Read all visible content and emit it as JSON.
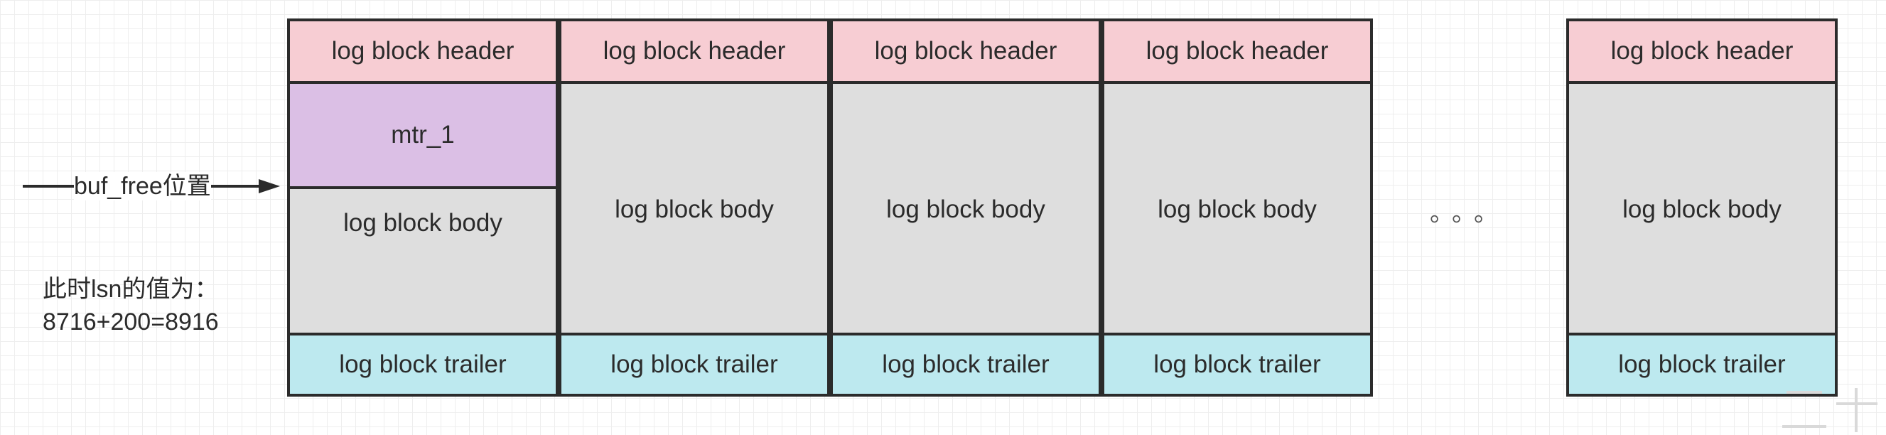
{
  "blocks": [
    {
      "header": "log block header",
      "mtr": "mtr_1",
      "body": "log block body",
      "trailer": "log block trailer"
    },
    {
      "header": "log block header",
      "body": "log block body",
      "trailer": "log block trailer"
    },
    {
      "header": "log block header",
      "body": "log block body",
      "trailer": "log block trailer"
    },
    {
      "header": "log block header",
      "body": "log block body",
      "trailer": "log block trailer"
    },
    {
      "header": "log block header",
      "body": "log block body",
      "trailer": "log block trailer"
    }
  ],
  "ellipsis": "。。。",
  "pointer": {
    "label": "buf_free位置"
  },
  "lsn_note": {
    "line1": "此时lsn的值为：",
    "line2": "8716+200=8916"
  },
  "colors": {
    "header": "#f7cdd3",
    "body": "#dedede",
    "trailer": "#bde9ef",
    "mtr": "#dbbfe5",
    "border": "#2b2b2b"
  }
}
